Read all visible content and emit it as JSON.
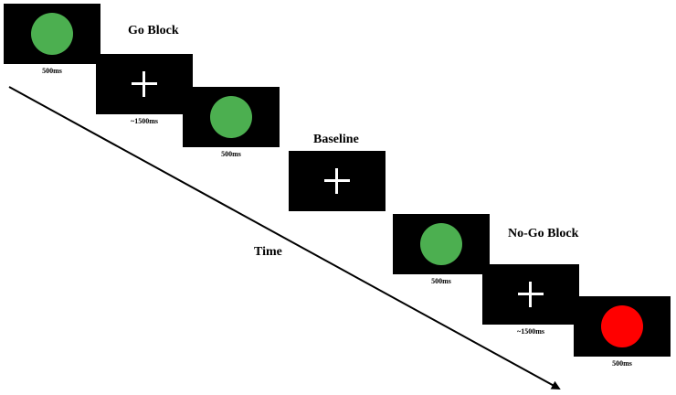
{
  "colors": {
    "go": "#4caf50",
    "nogo": "#ff0000",
    "screen": "#000000",
    "cross": "#ffffff",
    "arrow": "#000000"
  },
  "labels": {
    "go_block": "Go Block",
    "baseline": "Baseline",
    "nogo_block": "No-Go Block",
    "time": "Time"
  },
  "trials": [
    {
      "stimulus": "green-circle",
      "duration": "500ms"
    },
    {
      "stimulus": "fixation-cross",
      "duration": "~1500ms"
    },
    {
      "stimulus": "green-circle",
      "duration": "500ms"
    },
    {
      "stimulus": "fixation-cross",
      "duration": ""
    },
    {
      "stimulus": "green-circle",
      "duration": "500ms"
    },
    {
      "stimulus": "fixation-cross",
      "duration": "~1500ms"
    },
    {
      "stimulus": "red-circle",
      "duration": "500ms"
    }
  ]
}
